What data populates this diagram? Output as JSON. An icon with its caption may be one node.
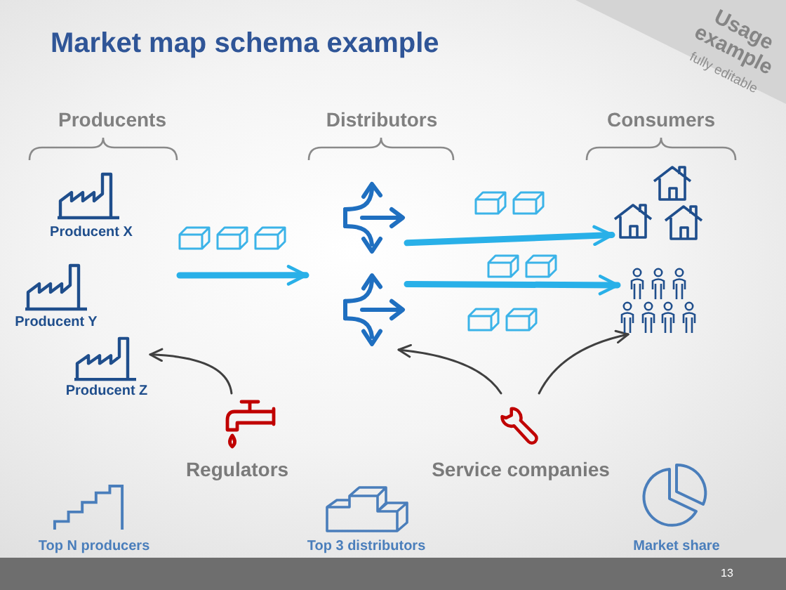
{
  "diagram": {
    "title": "Market map schema example",
    "nodes": [
      {
        "text": [
          "Producents"
        ]
      },
      {
        "text": [
          "Producent X"
        ],
        "in": 0
      },
      {
        "text": [
          "Producent Y"
        ],
        "in": 0
      },
      {
        "text": [
          "Producent Z"
        ],
        "in": 0
      },
      {
        "text": [
          "Distributors"
        ]
      },
      {
        "text": [],
        "shape": "picture",
        "in": 4
      },
      {
        "text": [],
        "shape": "picture",
        "in": 4
      },
      {
        "text": [
          "Consumers"
        ]
      },
      {
        "text": [],
        "shape": "picture",
        "in": 7
      },
      {
        "text": [],
        "shape": "picture",
        "in": 7
      },
      {
        "text": [
          "Regulators"
        ]
      },
      {
        "text": [
          "Service companies"
        ]
      }
    ],
    "edges": [
      {
        "from": 0,
        "to": 4,
        "arrow": "to",
        "style": "thick",
        "color": "#29b0e8"
      },
      {
        "from": 5,
        "to": 8,
        "arrow": "to",
        "style": "thick",
        "color": "#29b0e8"
      },
      {
        "from": 6,
        "to": 9,
        "arrow": "to",
        "style": "thick",
        "color": "#29b0e8"
      },
      {
        "from": 10,
        "to": 3,
        "arrow": "to",
        "color": "#404040"
      },
      {
        "from": 11,
        "to": 6,
        "arrow": "to",
        "color": "#404040"
      },
      {
        "from": 11,
        "to": 9,
        "arrow": "to",
        "color": "#404040"
      }
    ],
    "labels": [
      "Usage example",
      "fully editable",
      "Top N producers",
      "Top 3 distributors",
      "Market share",
      "13"
    ]
  }
}
